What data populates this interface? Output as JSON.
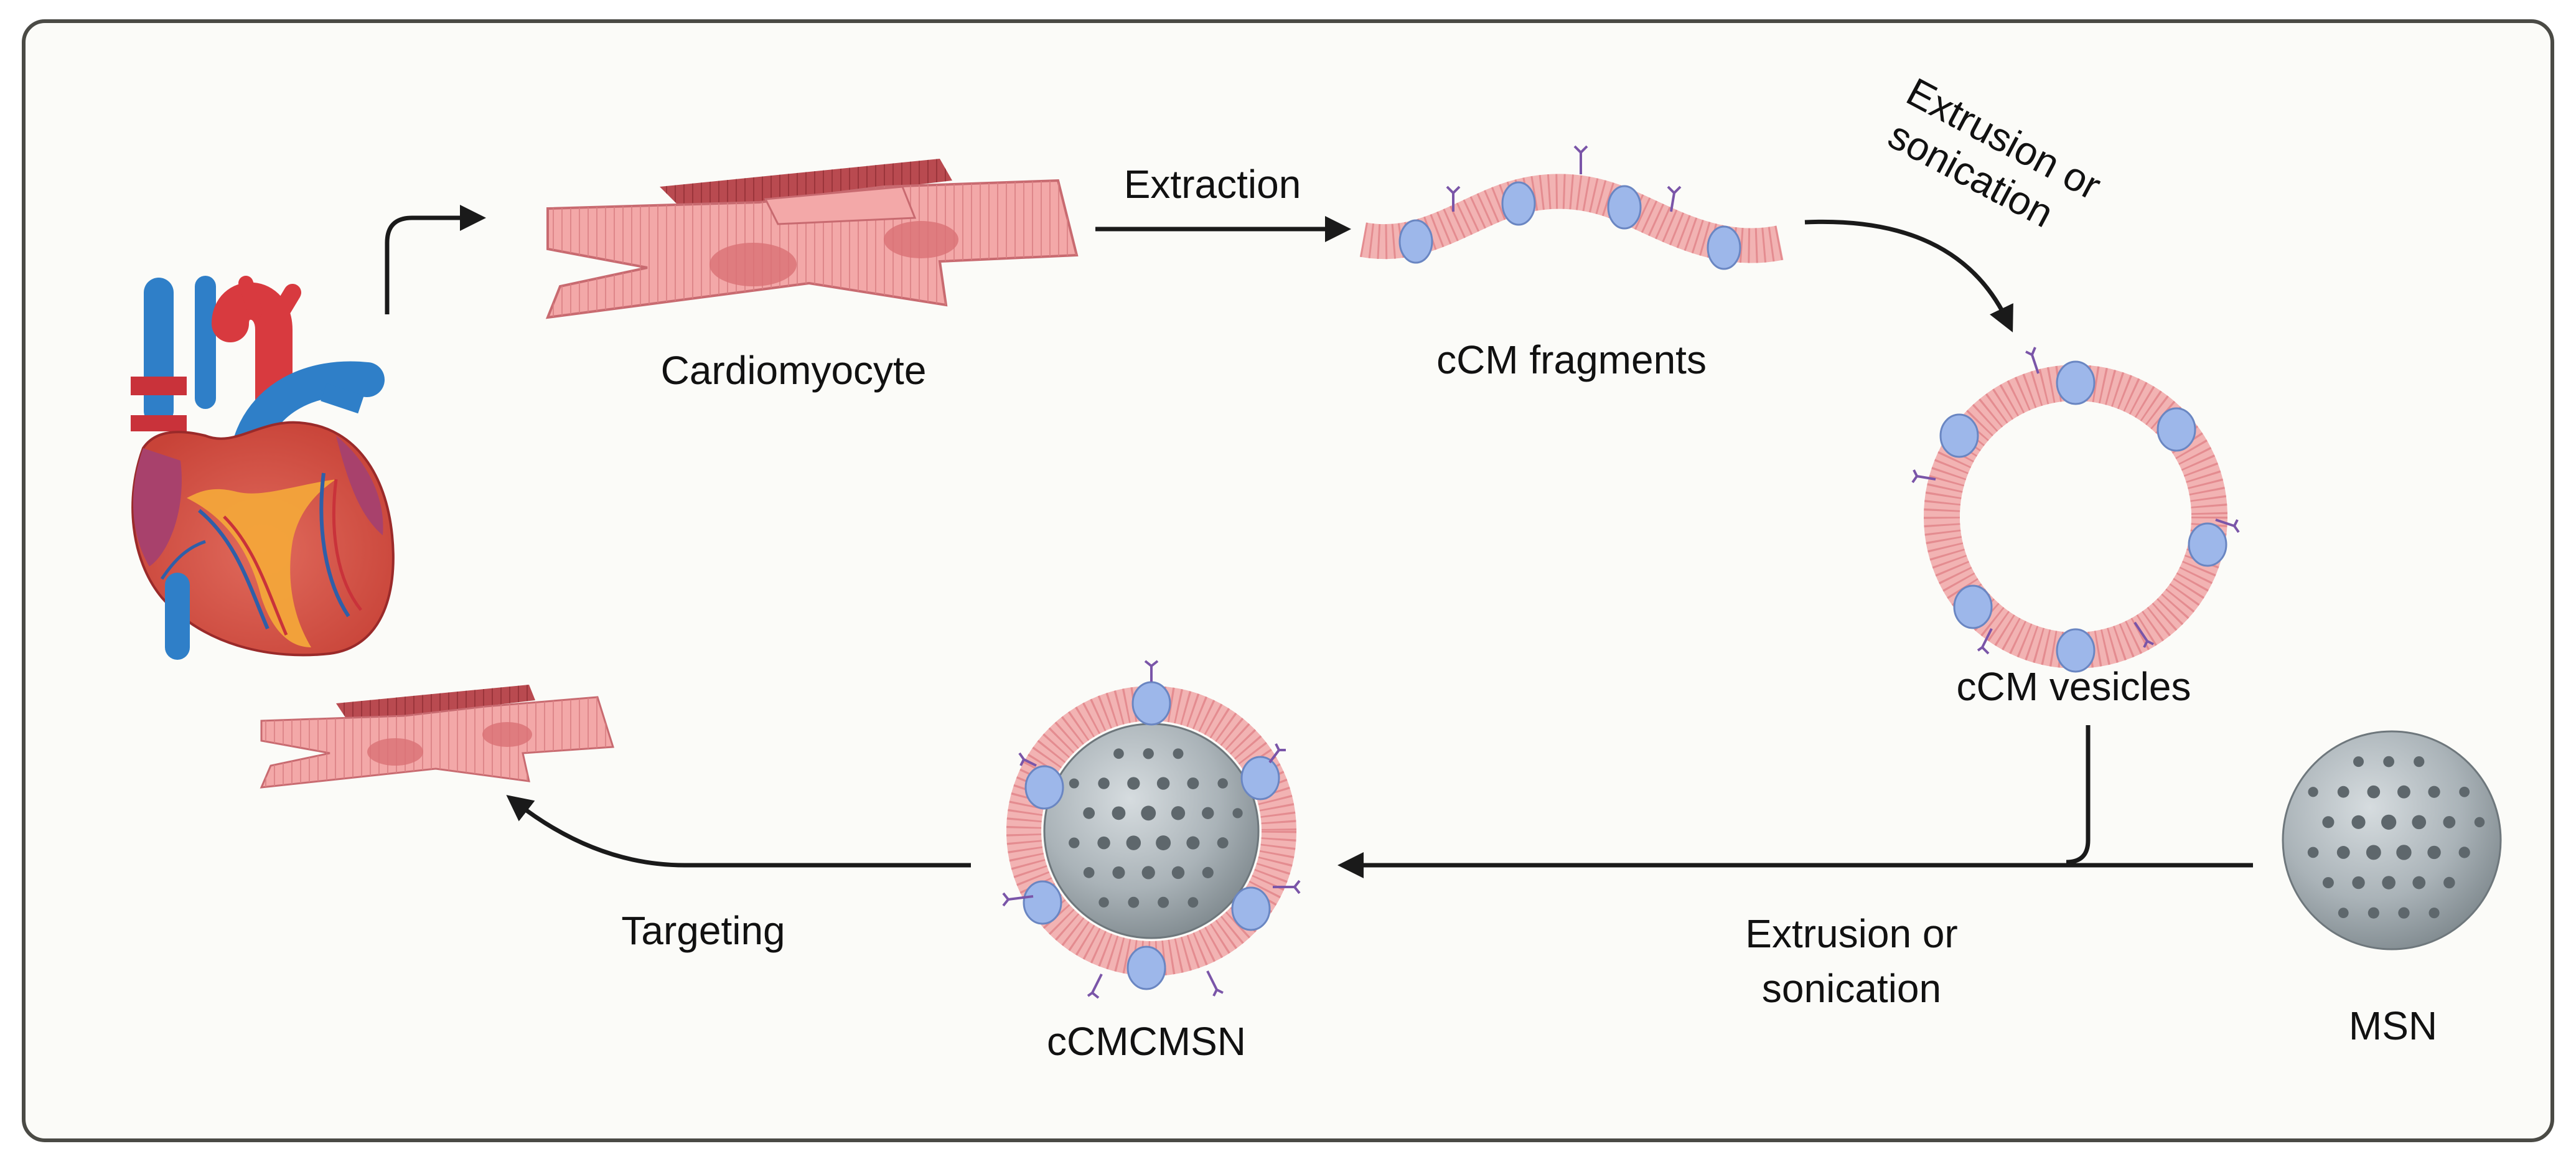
{
  "labels": {
    "cardiomyocyte": "Cardiomyocyte",
    "extraction": "Extraction",
    "ccm_fragments": "cCM fragments",
    "extrusion_top_line1": "Extrusion or",
    "extrusion_top_line2": "sonication",
    "ccm_vesicles": "cCM vesicles",
    "extrusion_bottom_line1": "Extrusion or",
    "extrusion_bottom_line2": "sonication",
    "msn": "MSN",
    "ccmcmsn": "cCMCMSN",
    "targeting": "Targeting"
  },
  "icons": {
    "heart": "heart-icon",
    "cardiomyocyte": "cardiomyocyte-icon",
    "fragments": "membrane-fragment-icon",
    "vesicle": "membrane-vesicle-icon",
    "msn": "mesoporous-silica-nanoparticle-icon",
    "coated": "membrane-coated-nanoparticle-icon",
    "target_cell": "target-cardiomyocyte-icon"
  },
  "colors": {
    "frame_border": "#4a4a45",
    "frame_fill": "#fbfbf8",
    "arrow": "#1a1a1a",
    "muscle": "#f0a0a0",
    "muscle_dark": "#b94a50",
    "lipid": "#f2b3b3",
    "protein": "#9db7ea",
    "receptor": "#7a55a8",
    "silica": "#aab3b8",
    "pore": "#5e676c"
  }
}
